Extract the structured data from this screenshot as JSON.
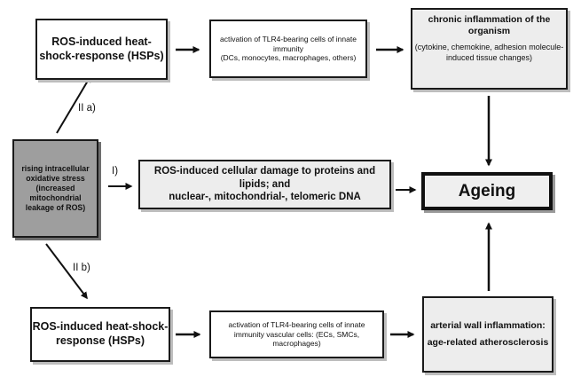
{
  "nodes": {
    "hsp_top": {
      "text": "ROS-induced heat-shock-response (HSPs)"
    },
    "tlr4_top": {
      "line1": "activation of TLR4-bearing cells of innate immunity",
      "line2": "(DCs, monocytes, macrophages, others)"
    },
    "chronic": {
      "title": "chronic inflammation of the organism",
      "detail": "(cytokine, chemokine, adhesion molecule-induced tissue changes)"
    },
    "ros_stress": {
      "text": "rising intracellular oxidative stress (increased mitochondrial leakage of ROS)"
    },
    "damage": {
      "line1": "ROS-induced cellular damage to proteins and lipids; and",
      "line2": "nuclear-, mitochondrial-, telomeric DNA"
    },
    "ageing": {
      "text": "Ageing"
    },
    "hsp_bottom": {
      "text": "ROS-induced heat-shock-response (HSPs)"
    },
    "tlr4_bottom": {
      "text": "activation of TLR4-bearing cells of innate immunity vascular cells: (ECs, SMCs, macrophages)"
    },
    "arterial": {
      "title": "arterial wall inflammation:",
      "detail": "age-related atherosclerosis"
    }
  },
  "edge_labels": {
    "path_2a": "II a)",
    "path_1": "I)",
    "path_2b": "II b)"
  }
}
